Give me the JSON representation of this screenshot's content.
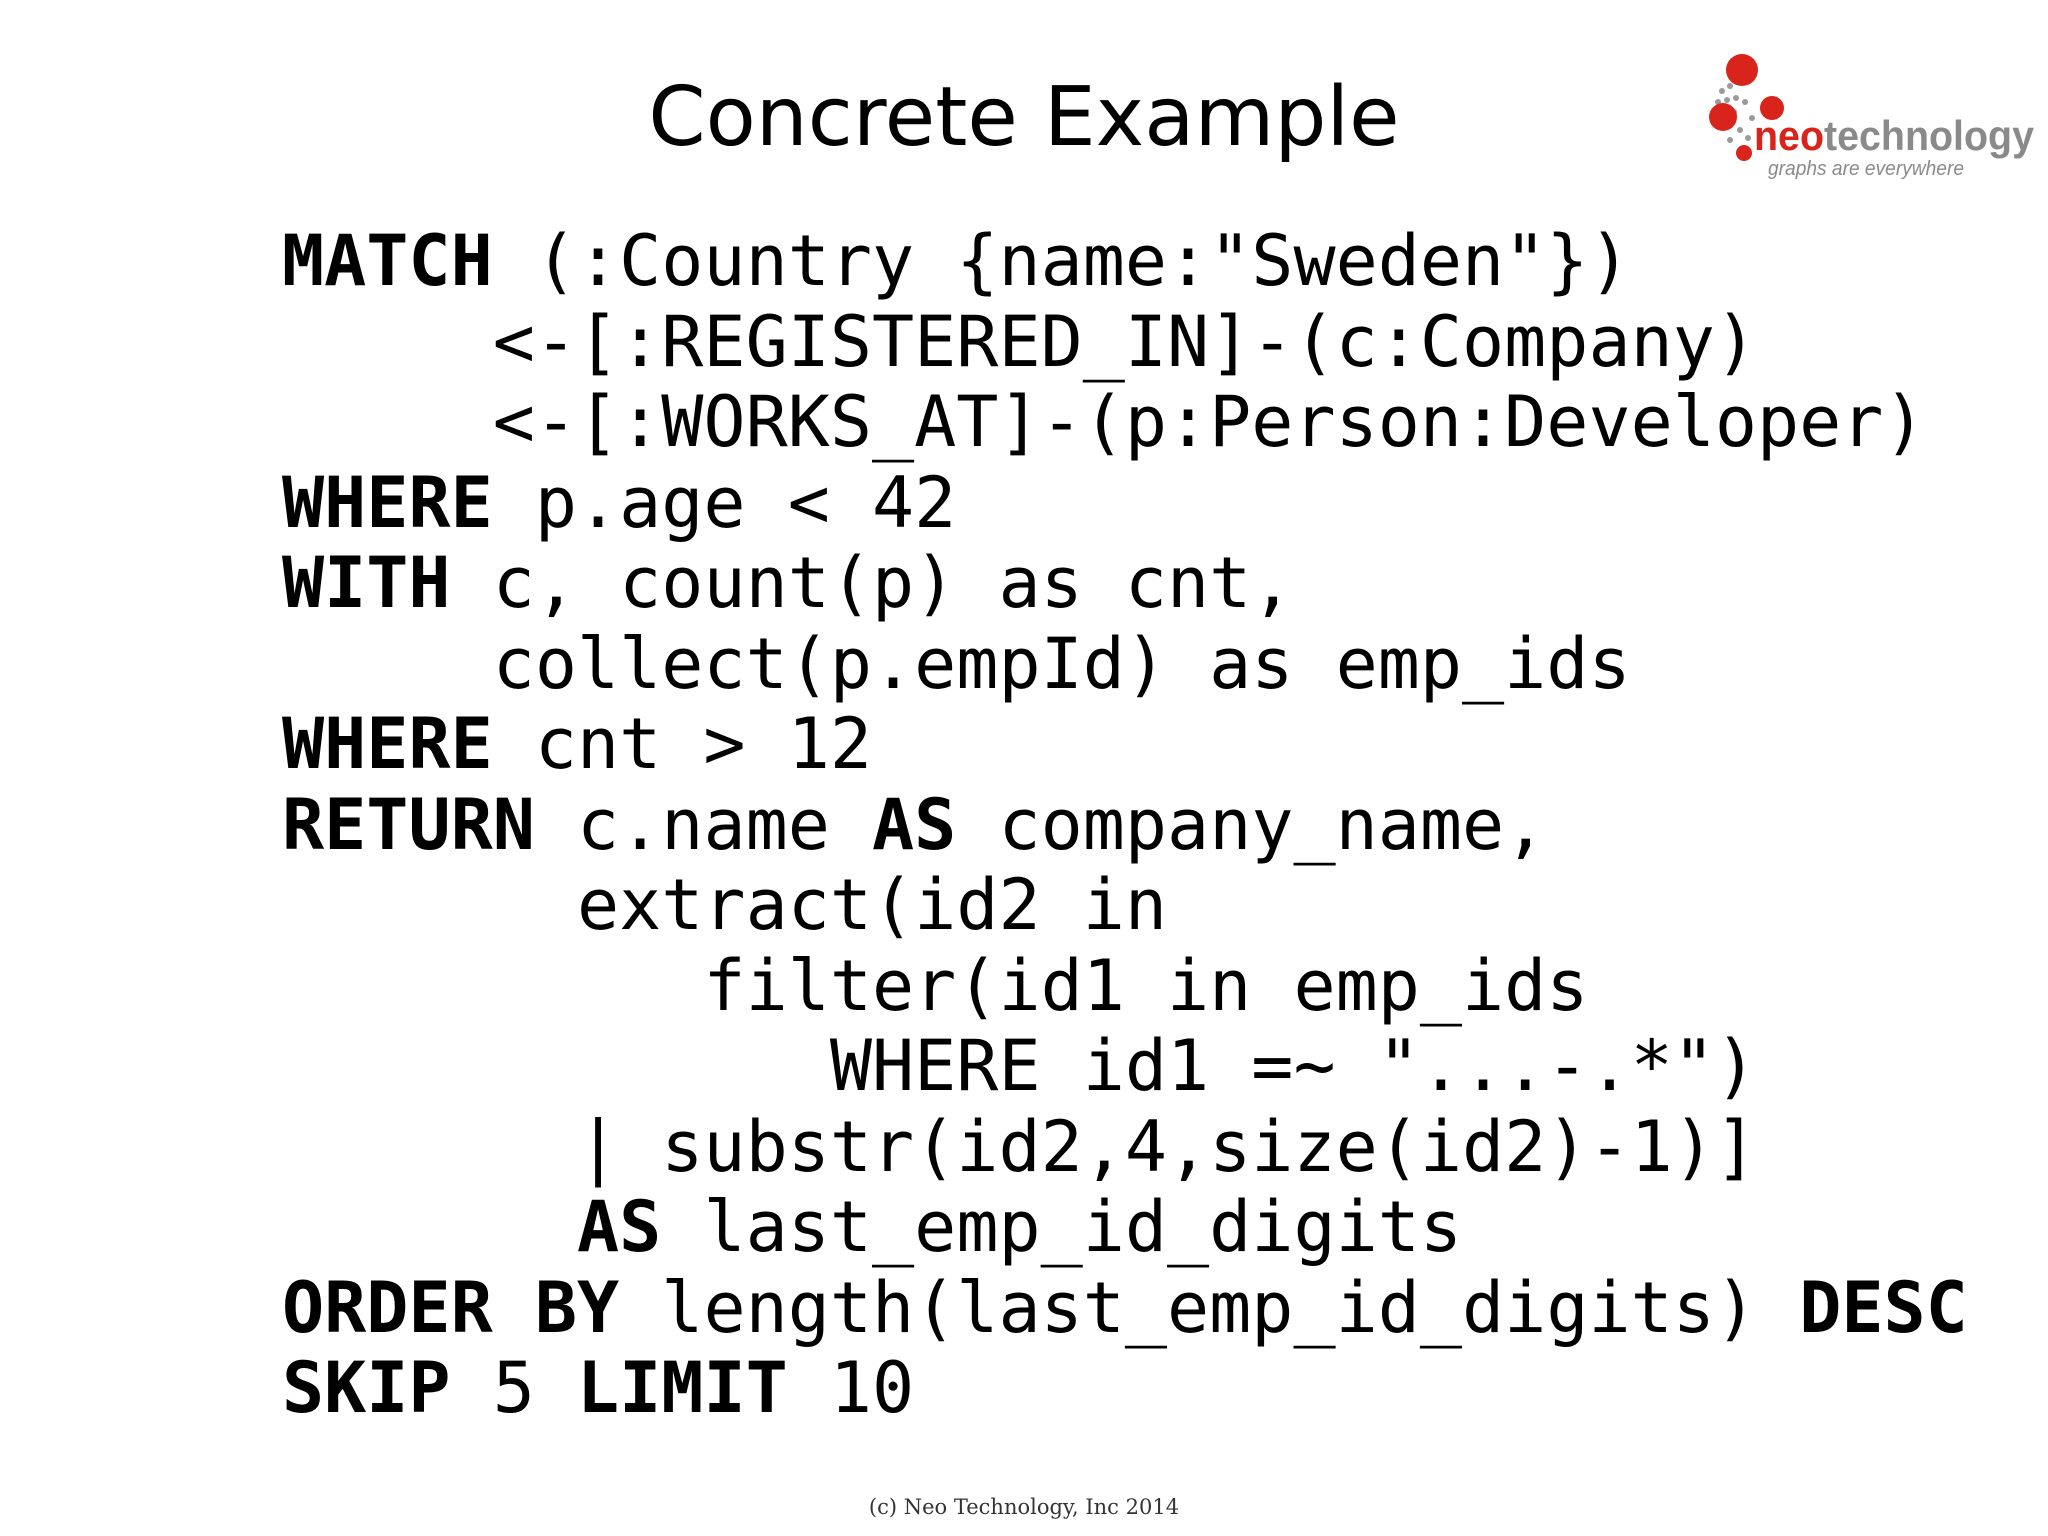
{
  "slide": {
    "title": "Concrete Example",
    "footer": "(c) Neo Technology, Inc 2014"
  },
  "logo": {
    "name": "neotechnology",
    "tagline": "graphs are everywhere",
    "colors": {
      "red": "#d9241c",
      "gray": "#8a8a8a"
    }
  },
  "code": {
    "lines": [
      [
        {
          "t": "MATCH",
          "kw": true
        },
        {
          "t": " (:Country {name:\"Sweden\"})"
        }
      ],
      [
        {
          "t": "     <-[:REGISTERED_IN]-(c:Company)"
        }
      ],
      [
        {
          "t": "     <-[:WORKS_AT]-(p:Person:Developer)"
        }
      ],
      [
        {
          "t": "WHERE",
          "kw": true
        },
        {
          "t": " p.age < 42"
        }
      ],
      [
        {
          "t": "WITH",
          "kw": true
        },
        {
          "t": " c, count(p) as cnt,"
        }
      ],
      [
        {
          "t": "     collect(p.empId) as emp_ids"
        }
      ],
      [
        {
          "t": "WHERE",
          "kw": true
        },
        {
          "t": " cnt > 12"
        }
      ],
      [
        {
          "t": "RETURN",
          "kw": true
        },
        {
          "t": " c.name "
        },
        {
          "t": "AS",
          "kw": true
        },
        {
          "t": " company_name,"
        }
      ],
      [
        {
          "t": "       extract(id2 in"
        }
      ],
      [
        {
          "t": "          filter(id1 in emp_ids"
        }
      ],
      [
        {
          "t": "             WHERE id1 =~ \"...-.*\")"
        }
      ],
      [
        {
          "t": "       | substr(id2,4,size(id2)-1)]"
        }
      ],
      [
        {
          "t": "       "
        },
        {
          "t": "AS",
          "kw": true
        },
        {
          "t": " last_emp_id_digits"
        }
      ],
      [
        {
          "t": "ORDER BY",
          "kw": true
        },
        {
          "t": " length(last_emp_id_digits) "
        },
        {
          "t": "DESC",
          "kw": true
        }
      ],
      [
        {
          "t": "SKIP",
          "kw": true
        },
        {
          "t": " 5 "
        },
        {
          "t": "LIMIT",
          "kw": true
        },
        {
          "t": " 10"
        }
      ]
    ]
  }
}
